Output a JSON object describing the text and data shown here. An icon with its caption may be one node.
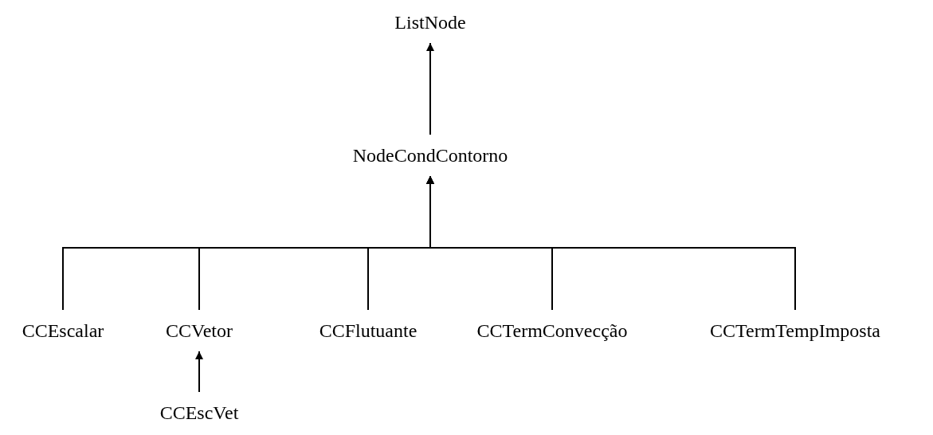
{
  "diagram": {
    "nodes": [
      {
        "text": [
          "ListNode"
        ]
      },
      {
        "text": [
          "NodeCondContorno"
        ]
      },
      {
        "text": [
          "CCEscalar"
        ]
      },
      {
        "text": [
          "CCVetor"
        ]
      },
      {
        "text": [
          "CCFlutuante"
        ]
      },
      {
        "text": [
          "CCTermConvecção"
        ]
      },
      {
        "text": [
          "CCTermTempImposta"
        ]
      },
      {
        "text": [
          "CCEscVet"
        ]
      }
    ],
    "edges": [
      {
        "from": 1,
        "to": 0,
        "arrow": "to"
      },
      {
        "from": 2,
        "to": 1,
        "arrow": "to"
      },
      {
        "from": 3,
        "to": 1,
        "arrow": "to"
      },
      {
        "from": 4,
        "to": 1,
        "arrow": "to"
      },
      {
        "from": 5,
        "to": 1,
        "arrow": "to"
      },
      {
        "from": 6,
        "to": 1,
        "arrow": "to"
      },
      {
        "from": 7,
        "to": 3,
        "arrow": "to"
      }
    ]
  }
}
